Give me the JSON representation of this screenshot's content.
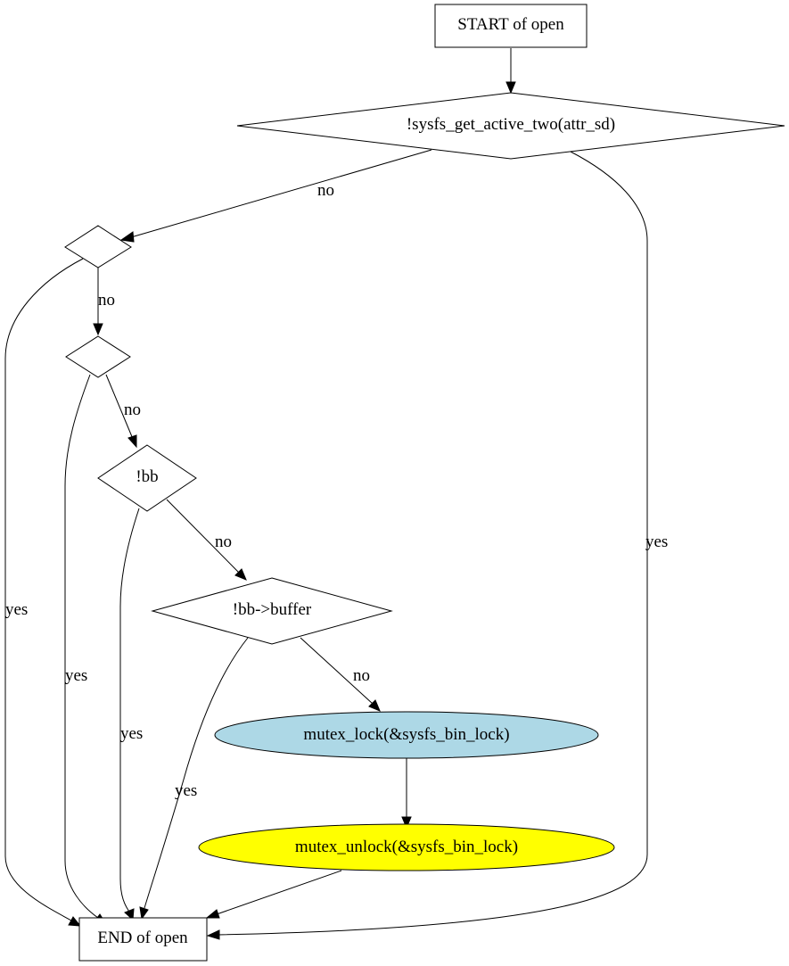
{
  "diagram": {
    "nodes": {
      "start": {
        "label": "START of open",
        "shape": "box"
      },
      "d_active": {
        "label": "!sysfs_get_active_two(attr_sd)",
        "shape": "diamond"
      },
      "d_blank1": {
        "label": "",
        "shape": "diamond"
      },
      "d_blank2": {
        "label": "",
        "shape": "diamond"
      },
      "d_bb": {
        "label": "!bb",
        "shape": "diamond"
      },
      "d_buffer": {
        "label": "!bb->buffer",
        "shape": "diamond"
      },
      "lock": {
        "label": "mutex_lock(&sysfs_bin_lock)",
        "shape": "ellipse",
        "fill": "#add8e6"
      },
      "unlock": {
        "label": "mutex_unlock(&sysfs_bin_lock)",
        "shape": "ellipse",
        "fill": "#ffff00"
      },
      "end": {
        "label": "END of open",
        "shape": "box"
      }
    },
    "edges": [
      {
        "id": "e_start_active",
        "from": "start",
        "to": "d_active",
        "label": ""
      },
      {
        "id": "e_active_blank1",
        "from": "d_active",
        "to": "d_blank1",
        "label": "no"
      },
      {
        "id": "e_active_end",
        "from": "d_active",
        "to": "end",
        "label": "yes"
      },
      {
        "id": "e_blank1_blank2",
        "from": "d_blank1",
        "to": "d_blank2",
        "label": "no"
      },
      {
        "id": "e_blank1_end",
        "from": "d_blank1",
        "to": "end",
        "label": "yes"
      },
      {
        "id": "e_blank2_bb",
        "from": "d_blank2",
        "to": "d_bb",
        "label": "no"
      },
      {
        "id": "e_blank2_end",
        "from": "d_blank2",
        "to": "end",
        "label": "yes"
      },
      {
        "id": "e_bb_buffer",
        "from": "d_bb",
        "to": "d_buffer",
        "label": "no"
      },
      {
        "id": "e_bb_end",
        "from": "d_bb",
        "to": "end",
        "label": "yes"
      },
      {
        "id": "e_buffer_lock",
        "from": "d_buffer",
        "to": "lock",
        "label": "no"
      },
      {
        "id": "e_buffer_end",
        "from": "d_buffer",
        "to": "end",
        "label": "yes"
      },
      {
        "id": "e_lock_unlock",
        "from": "lock",
        "to": "unlock",
        "label": ""
      },
      {
        "id": "e_unlock_end",
        "from": "unlock",
        "to": "end",
        "label": ""
      }
    ]
  }
}
